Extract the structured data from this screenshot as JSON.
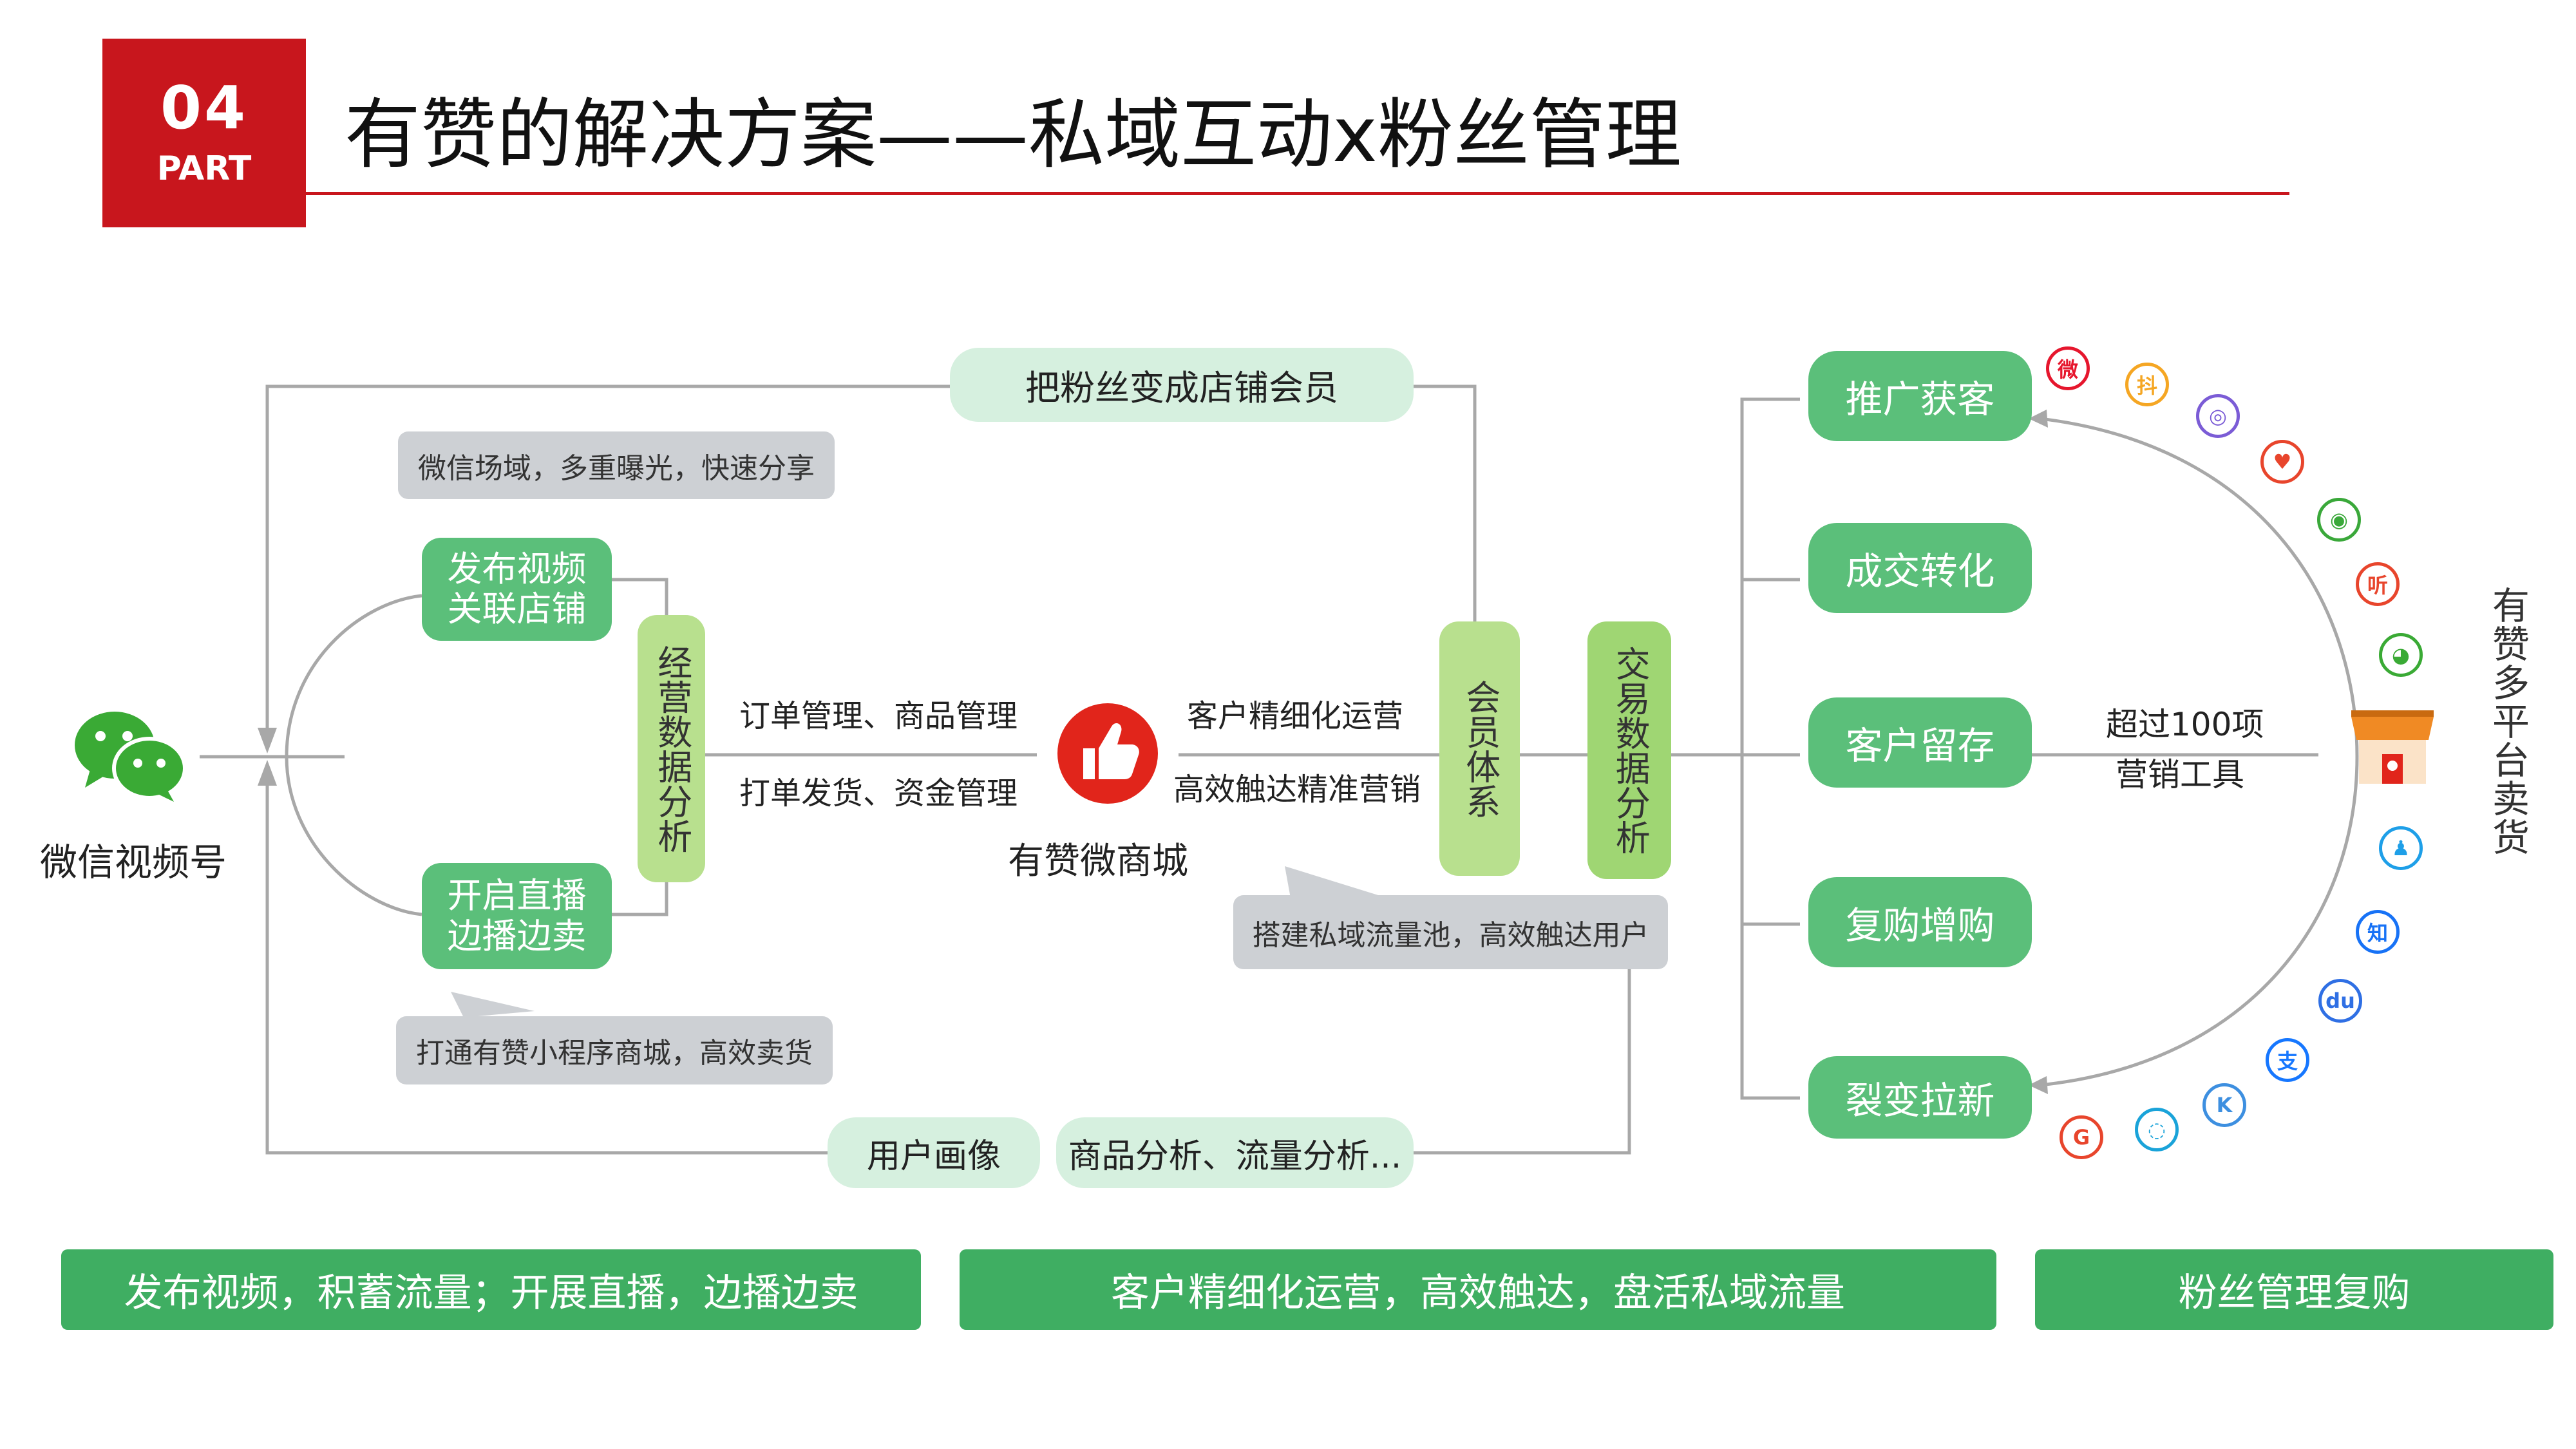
{
  "badge": {
    "number": "04",
    "part": "PART"
  },
  "title": "有赞的解决方案——私域互动x粉丝管理",
  "wechat": {
    "label": "微信视频号"
  },
  "top_pill": "把粉丝变成店铺会员",
  "left_callout_top": "微信场域，多重曝光，快速分享",
  "left_callout_bottom": "打通有赞小程序商城，高效卖货",
  "btn_publish": {
    "line1": "发布视频",
    "line2": "关联店铺"
  },
  "btn_live": {
    "line1": "开启直播",
    "line2": "边播边卖"
  },
  "vbar_ops": "经营数据分析",
  "vbar_member": "会员体系",
  "vbar_trade": "交易数据分析",
  "mid_left": {
    "line1": "订单管理、商品管理",
    "line2": "打单发货、资金管理"
  },
  "mid_right": {
    "line1": "客户精细化运营",
    "line2": "高效触达精准营销"
  },
  "mall_label": "有赞微商城",
  "right_callout": "搭建私域流量池，高效触达用户",
  "bottom_pills": {
    "user": "用户画像",
    "analysis": "商品分析、流量分析..."
  },
  "right_buttons": [
    "推广获客",
    "成交转化",
    "客户留存",
    "复购增购",
    "裂变拉新"
  ],
  "tools": {
    "line1": "超过100项",
    "line2": "营销工具"
  },
  "side_label": "有赞多平台卖货",
  "platform_icons": [
    {
      "name": "weibo-icon",
      "glyph": "微",
      "color": "#e6162d"
    },
    {
      "name": "doc-icon",
      "glyph": "抖",
      "color": "#f5a623"
    },
    {
      "name": "chat-bubble-icon",
      "glyph": "◎",
      "color": "#7b5cd6"
    },
    {
      "name": "heart-icon",
      "glyph": "♥",
      "color": "#e8452c"
    },
    {
      "name": "owl-icon",
      "glyph": "◉",
      "color": "#3aa83a"
    },
    {
      "name": "listen-icon",
      "glyph": "听",
      "color": "#e8452c"
    },
    {
      "name": "wechat-icon",
      "glyph": "◕",
      "color": "#3aaa35"
    },
    {
      "name": "qq-icon",
      "glyph": "♟",
      "color": "#1e9fe8"
    },
    {
      "name": "zhihu-icon",
      "glyph": "知",
      "color": "#1772f6"
    },
    {
      "name": "baidu-icon",
      "glyph": "du",
      "color": "#2f6fe4"
    },
    {
      "name": "alipay-icon",
      "glyph": "支",
      "color": "#1677ff"
    },
    {
      "name": "kuaishou-icon",
      "glyph": "K",
      "color": "#3d8fe0"
    },
    {
      "name": "message-icon",
      "glyph": "◌",
      "color": "#1aa3d9"
    },
    {
      "name": "toutiao-icon",
      "glyph": "G",
      "color": "#e8452c"
    }
  ],
  "bottom_banners": [
    "发布视频，积蓄流量；开展直播，边播边卖",
    "客户精细化运营，高效触达，盘活私域流量",
    "粉丝管理复购"
  ]
}
